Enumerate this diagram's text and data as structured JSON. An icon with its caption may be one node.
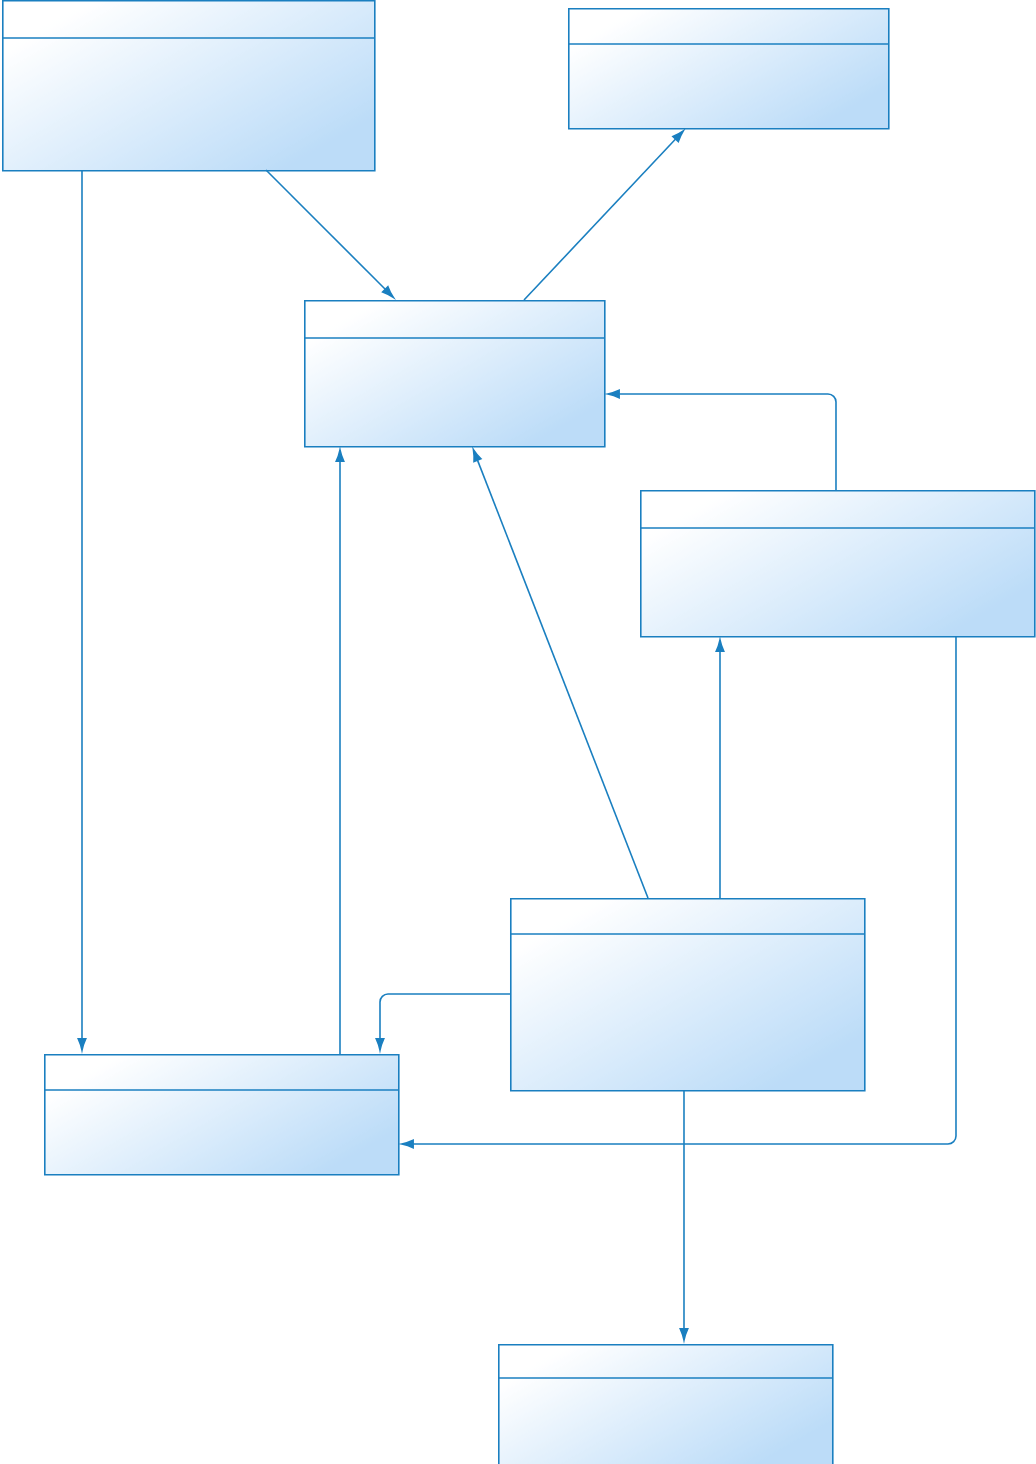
{
  "diagram": {
    "nodes": [
      {
        "text": [],
        "shape": "box"
      },
      {
        "text": [],
        "shape": "box"
      },
      {
        "text": [],
        "shape": "box"
      },
      {
        "text": [],
        "shape": "box"
      },
      {
        "text": [],
        "shape": "box"
      },
      {
        "text": [],
        "shape": "box"
      },
      {
        "text": [],
        "shape": "box"
      }
    ],
    "edges": [
      {
        "from": 0,
        "to": 2,
        "arrow": "to"
      },
      {
        "from": 2,
        "to": 1,
        "arrow": "to"
      },
      {
        "from": 3,
        "to": 2,
        "arrow": "to"
      },
      {
        "from": 0,
        "to": 5,
        "arrow": "to"
      },
      {
        "from": 5,
        "to": 2,
        "arrow": "to"
      },
      {
        "from": 4,
        "to": 2,
        "arrow": "to"
      },
      {
        "from": 4,
        "to": 3,
        "arrow": "to"
      },
      {
        "from": 4,
        "to": 5,
        "arrow": "to"
      },
      {
        "from": 3,
        "to": 5,
        "arrow": "to"
      },
      {
        "from": 4,
        "to": 6,
        "arrow": "to"
      }
    ]
  }
}
